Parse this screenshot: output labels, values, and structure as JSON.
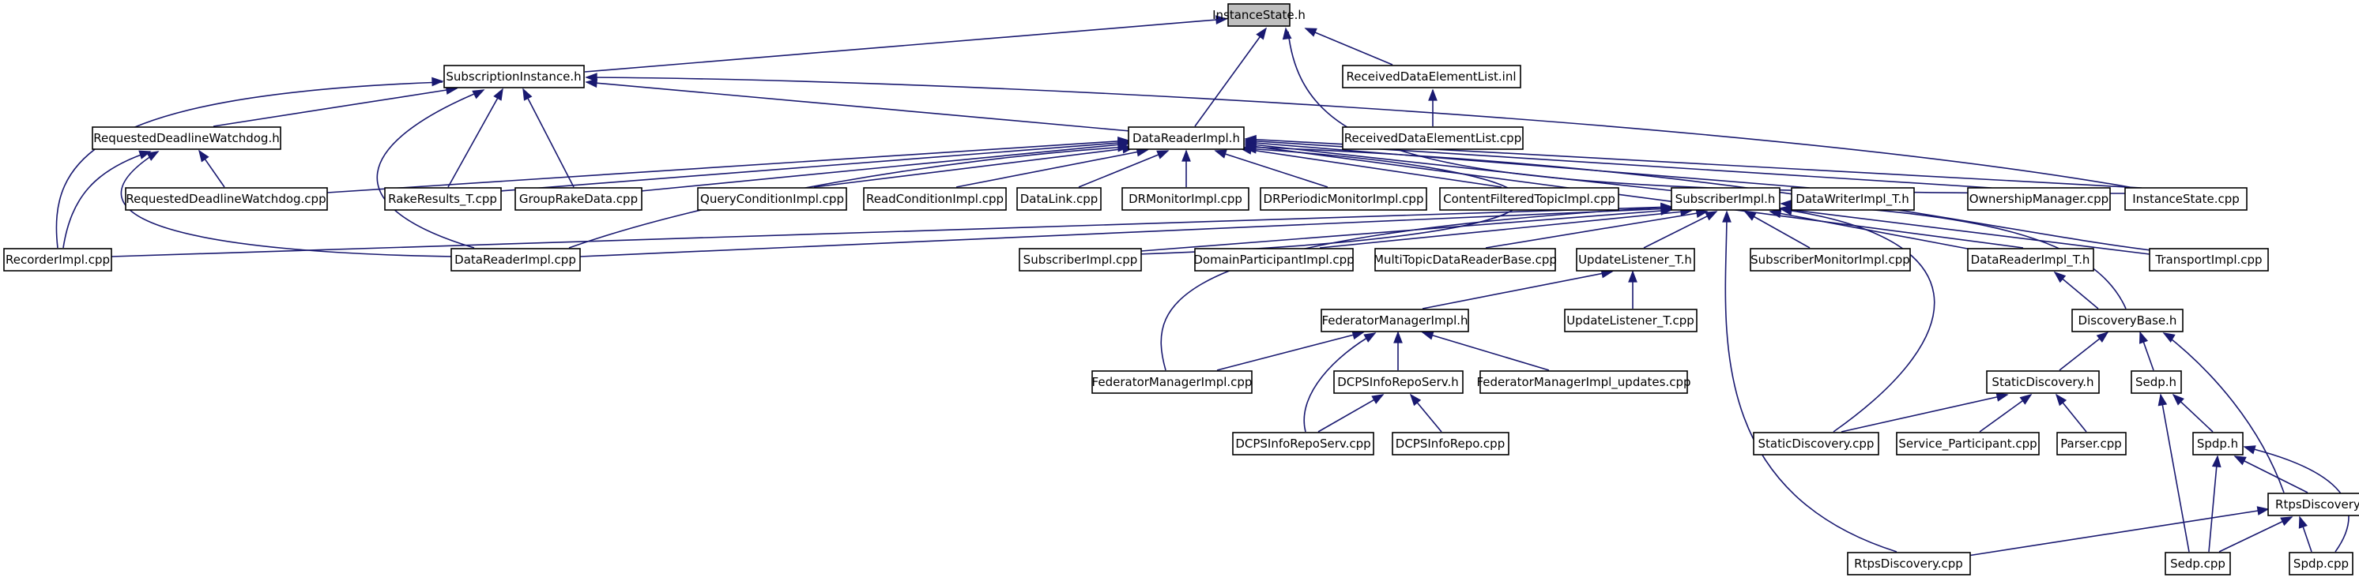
{
  "graph": {
    "edge_color": "#191970",
    "root_fill": "#bfbfbf",
    "nodes": [
      {
        "id": "instance_state_h",
        "label": "InstanceState.h"
      },
      {
        "id": "subscription_instance_h",
        "label": "SubscriptionInstance.h"
      },
      {
        "id": "received_data_element_list_inl",
        "label": "ReceivedDataElementList.inl"
      },
      {
        "id": "received_data_element_list_cpp",
        "label": "ReceivedDataElementList.cpp"
      },
      {
        "id": "requested_deadline_watchdog_h",
        "label": "RequestedDeadlineWatchdog.h"
      },
      {
        "id": "data_reader_impl_h",
        "label": "DataReaderImpl.h"
      },
      {
        "id": "requested_deadline_watchdog_cpp",
        "label": "RequestedDeadlineWatchdog.cpp"
      },
      {
        "id": "rake_results_t_cpp",
        "label": "RakeResults_T.cpp"
      },
      {
        "id": "group_rake_data_cpp",
        "label": "GroupRakeData.cpp"
      },
      {
        "id": "query_condition_impl_cpp",
        "label": "QueryConditionImpl.cpp"
      },
      {
        "id": "read_condition_impl_cpp",
        "label": "ReadConditionImpl.cpp"
      },
      {
        "id": "data_link_cpp",
        "label": "DataLink.cpp"
      },
      {
        "id": "dr_monitor_impl_cpp",
        "label": "DRMonitorImpl.cpp"
      },
      {
        "id": "dr_periodic_monitor_impl_cpp",
        "label": "DRPeriodicMonitorImpl.cpp"
      },
      {
        "id": "content_filtered_topic_impl_cpp",
        "label": "ContentFilteredTopicImpl.cpp"
      },
      {
        "id": "subscriber_impl_h",
        "label": "SubscriberImpl.h"
      },
      {
        "id": "data_writer_impl_t_h",
        "label": "DataWriterImpl_T.h"
      },
      {
        "id": "ownership_manager_cpp",
        "label": "OwnershipManager.cpp"
      },
      {
        "id": "instance_state_cpp",
        "label": "InstanceState.cpp"
      },
      {
        "id": "recorder_impl_cpp",
        "label": "RecorderImpl.cpp"
      },
      {
        "id": "data_reader_impl_cpp",
        "label": "DataReaderImpl.cpp"
      },
      {
        "id": "subscriber_impl_cpp",
        "label": "SubscriberImpl.cpp"
      },
      {
        "id": "domain_participant_impl_cpp",
        "label": "DomainParticipantImpl.cpp"
      },
      {
        "id": "multi_topic_data_reader_base_cpp",
        "label": "MultiTopicDataReaderBase.cpp"
      },
      {
        "id": "update_listener_t_h",
        "label": "UpdateListener_T.h"
      },
      {
        "id": "subscriber_monitor_impl_cpp",
        "label": "SubscriberMonitorImpl.cpp"
      },
      {
        "id": "data_reader_impl_t_h",
        "label": "DataReaderImpl_T.h"
      },
      {
        "id": "transport_impl_cpp",
        "label": "TransportImpl.cpp"
      },
      {
        "id": "federator_manager_impl_h",
        "label": "FederatorManagerImpl.h"
      },
      {
        "id": "update_listener_t_cpp",
        "label": "UpdateListener_T.cpp"
      },
      {
        "id": "discovery_base_h",
        "label": "DiscoveryBase.h"
      },
      {
        "id": "federator_manager_impl_cpp",
        "label": "FederatorManagerImpl.cpp"
      },
      {
        "id": "dcps_info_repo_serv_h",
        "label": "DCPSInfoRepoServ.h"
      },
      {
        "id": "federator_manager_impl_updates_cpp",
        "label": "FederatorManagerImpl_updates.cpp"
      },
      {
        "id": "static_discovery_h",
        "label": "StaticDiscovery.h"
      },
      {
        "id": "sedp_h",
        "label": "Sedp.h"
      },
      {
        "id": "dcps_info_repo_serv_cpp",
        "label": "DCPSInfoRepoServ.cpp"
      },
      {
        "id": "dcps_info_repo_cpp",
        "label": "DCPSInfoRepo.cpp"
      },
      {
        "id": "static_discovery_cpp",
        "label": "StaticDiscovery.cpp"
      },
      {
        "id": "service_participant_cpp",
        "label": "Service_Participant.cpp"
      },
      {
        "id": "parser_cpp",
        "label": "Parser.cpp"
      },
      {
        "id": "spdp_h",
        "label": "Spdp.h"
      },
      {
        "id": "rtps_discovery_h",
        "label": "RtpsDiscovery.h"
      },
      {
        "id": "rtps_discovery_cpp",
        "label": "RtpsDiscovery.cpp"
      },
      {
        "id": "sedp_cpp",
        "label": "Sedp.cpp"
      },
      {
        "id": "spdp_cpp",
        "label": "Spdp.cpp"
      }
    ]
  }
}
